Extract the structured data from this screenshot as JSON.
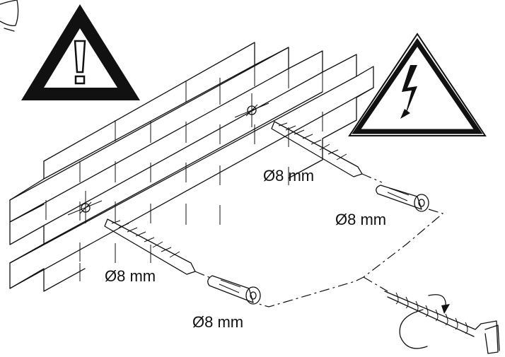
{
  "diagram": {
    "labels": {
      "drill_upper": "Ø8 mm",
      "plug_upper": "Ø8 mm",
      "drill_lower": "Ø8 mm",
      "plug_lower": "Ø8 mm"
    },
    "icons": {
      "warning": "exclamation-warning-icon",
      "electric": "high-voltage-warning-icon",
      "rotate": "rotate-clockwise-icon"
    },
    "colors": {
      "line": "#111111",
      "background": "#ffffff"
    }
  }
}
